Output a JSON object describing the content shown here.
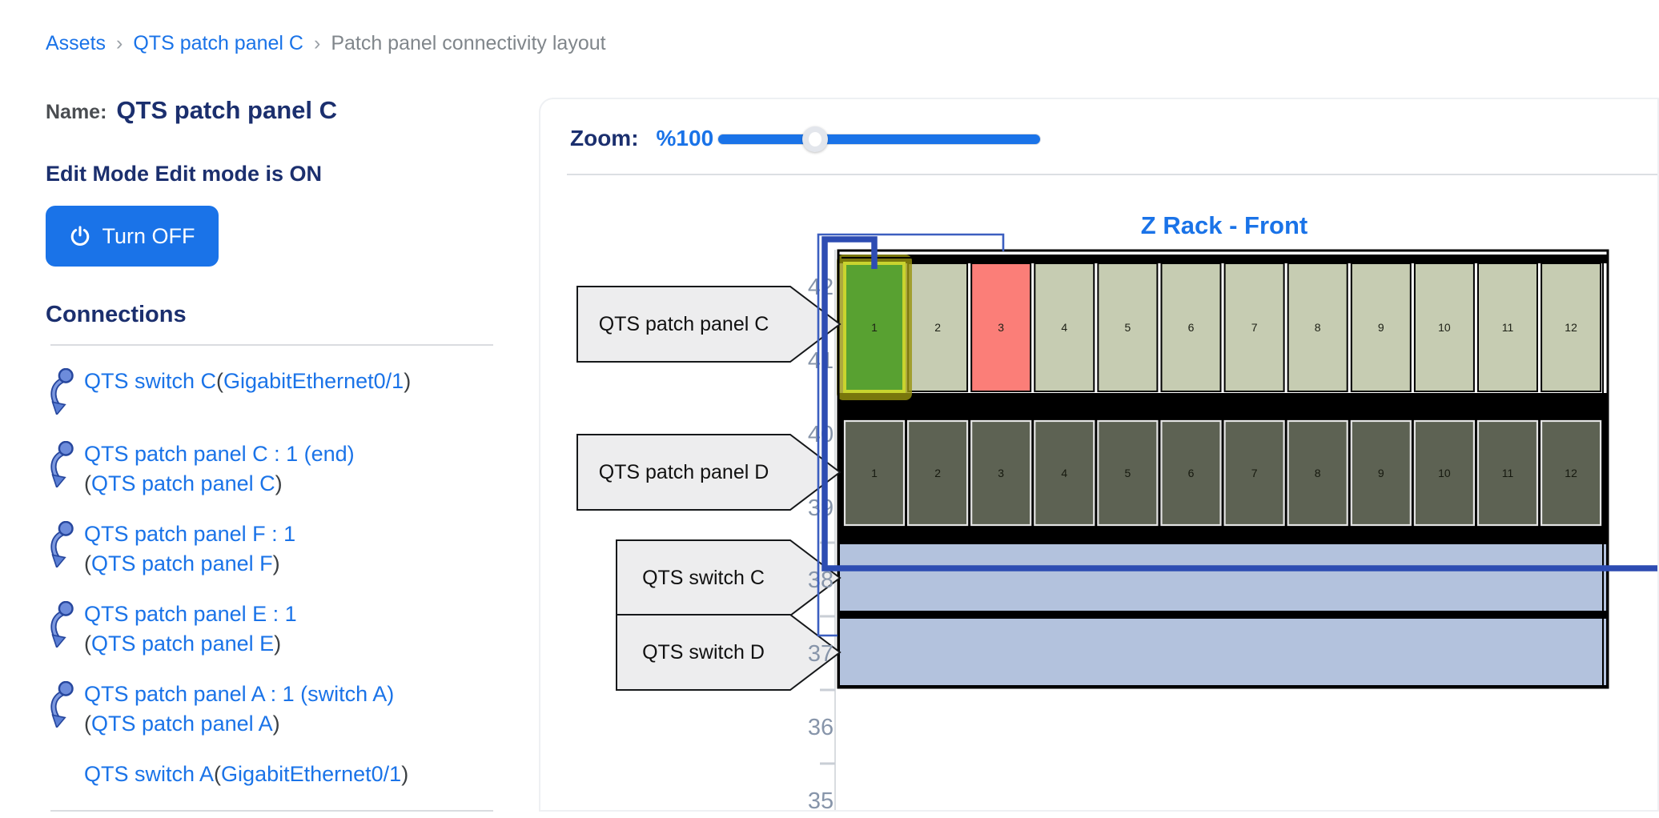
{
  "breadcrumb": {
    "separator": "›",
    "items": [
      {
        "label": "Assets",
        "link": true
      },
      {
        "label": "QTS patch panel C",
        "link": true
      },
      {
        "label": "Patch panel connectivity layout",
        "link": false
      }
    ]
  },
  "left_panel": {
    "name_label": "Name:",
    "name_value": "QTS patch panel C",
    "edit_mode_heading": "Edit Mode Edit mode is ON",
    "turn_off_label": "Turn OFF",
    "connections_heading": "Connections",
    "connections": [
      {
        "title": "QTS switch C",
        "iface": "GigabitEthernet0/1",
        "sub": null,
        "arrow": true
      },
      {
        "title": "QTS patch panel C : 1 (end)",
        "iface": null,
        "sub": "QTS patch panel C",
        "arrow": true
      },
      {
        "title": "QTS patch panel F : 1",
        "iface": null,
        "sub": "QTS patch panel F",
        "arrow": true
      },
      {
        "title": "QTS patch panel E : 1",
        "iface": null,
        "sub": "QTS patch panel E",
        "arrow": true
      },
      {
        "title": "QTS patch panel A : 1 (switch A)",
        "iface": null,
        "sub": "QTS patch panel A",
        "arrow": true
      },
      {
        "title": "QTS switch A",
        "iface": "GigabitEthernet0/1",
        "sub": null,
        "arrow": false
      }
    ]
  },
  "toolbar": {
    "zoom_label": "Zoom:",
    "zoom_value": "%100",
    "slider_percent": 30
  },
  "diagram": {
    "title": "Z Rack - Front",
    "unit_numbers": [
      "42",
      "41",
      "40",
      "39",
      "38",
      "37",
      "36",
      "35"
    ],
    "rows": [
      {
        "label": "QTS patch panel C",
        "type": "patch",
        "ports": 12,
        "port_color": "#c6ccb2",
        "special_ports": {
          "1": "#58a131",
          "3": "#fb7e78"
        },
        "highlighted_port": 1
      },
      {
        "label": "QTS patch panel D",
        "type": "patch",
        "ports": 12,
        "port_color": "#5d6253"
      },
      {
        "label": "QTS switch C",
        "type": "switch",
        "color": "#b3c2dd"
      },
      {
        "label": "QTS switch D",
        "type": "switch",
        "color": "#b3c2dd"
      }
    ],
    "colors": {
      "title": "#1a73e8",
      "unit_number": "#8795aa",
      "connection_thick": "#2d4cb2",
      "connection_thin": "#3c5fc0",
      "highlight_glow": "#97930f",
      "highlight_ring": "#c9d42e",
      "label_fill": "#ededee",
      "port_number_light_row": "#1c1f15",
      "port_number_dark_row": "#16190f"
    }
  },
  "colors": {
    "link": "#1a73e8",
    "navy": "#1b2f6e",
    "gray_text": "#80868b",
    "button_bg": "#1a73e8",
    "divider": "#dadce0"
  }
}
